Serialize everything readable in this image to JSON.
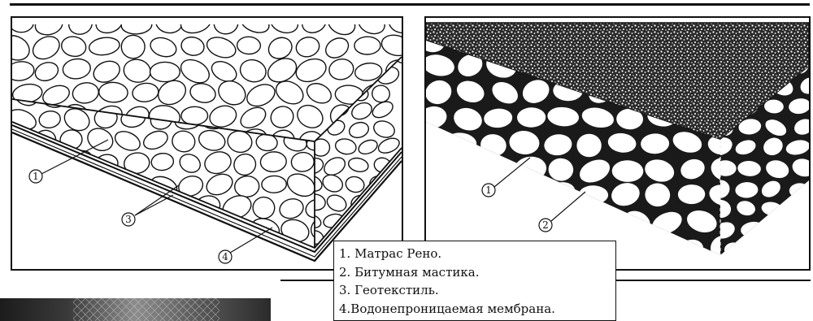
{
  "legend": {
    "items": [
      "1. Матрас Рено.",
      "2. Битумная мастика.",
      "3. Геотекстиль.",
      "4.Водонепроницаемая мембрана."
    ]
  },
  "left_figure": {
    "callouts": [
      "1",
      "3",
      "4"
    ]
  },
  "right_figure": {
    "callouts": [
      "1",
      "2"
    ]
  },
  "colors": {
    "ink": "#111111",
    "bitumen": "#1a1a1a",
    "paper": "#ffffff"
  }
}
